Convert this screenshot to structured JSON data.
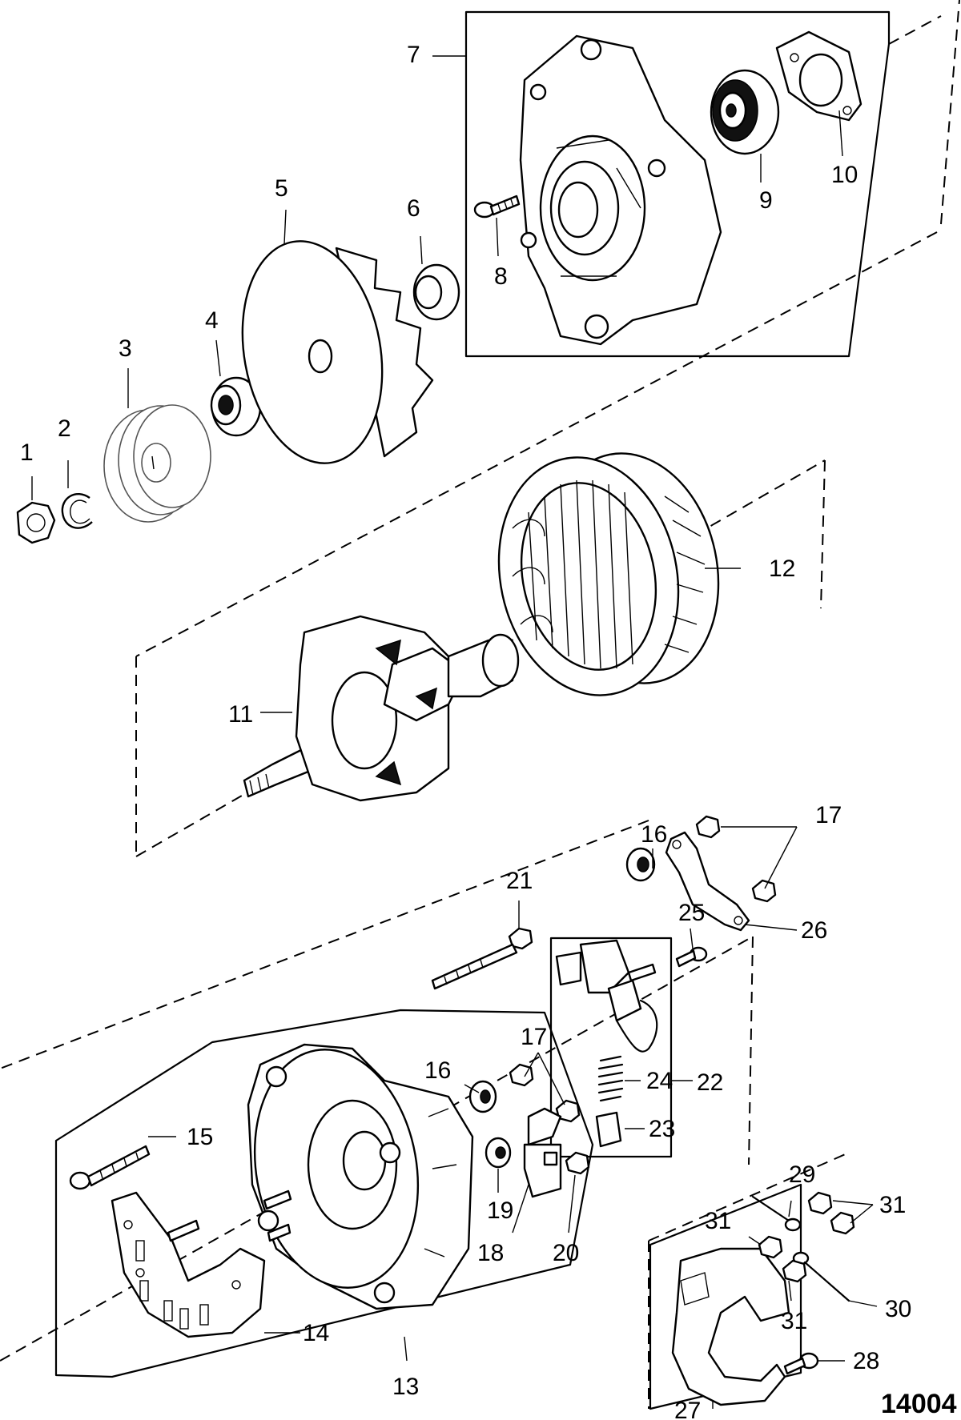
{
  "callouts": [
    "1",
    "2",
    "3",
    "4",
    "5",
    "6",
    "7",
    "8",
    "9",
    "10",
    "11",
    "12",
    "13",
    "14",
    "15",
    "16",
    "16",
    "17",
    "17",
    "18",
    "19",
    "20",
    "21",
    "22",
    "23",
    "24",
    "25",
    "26",
    "27",
    "28",
    "29",
    "30",
    "31",
    "31",
    "31"
  ],
  "diagram_code": "14004"
}
